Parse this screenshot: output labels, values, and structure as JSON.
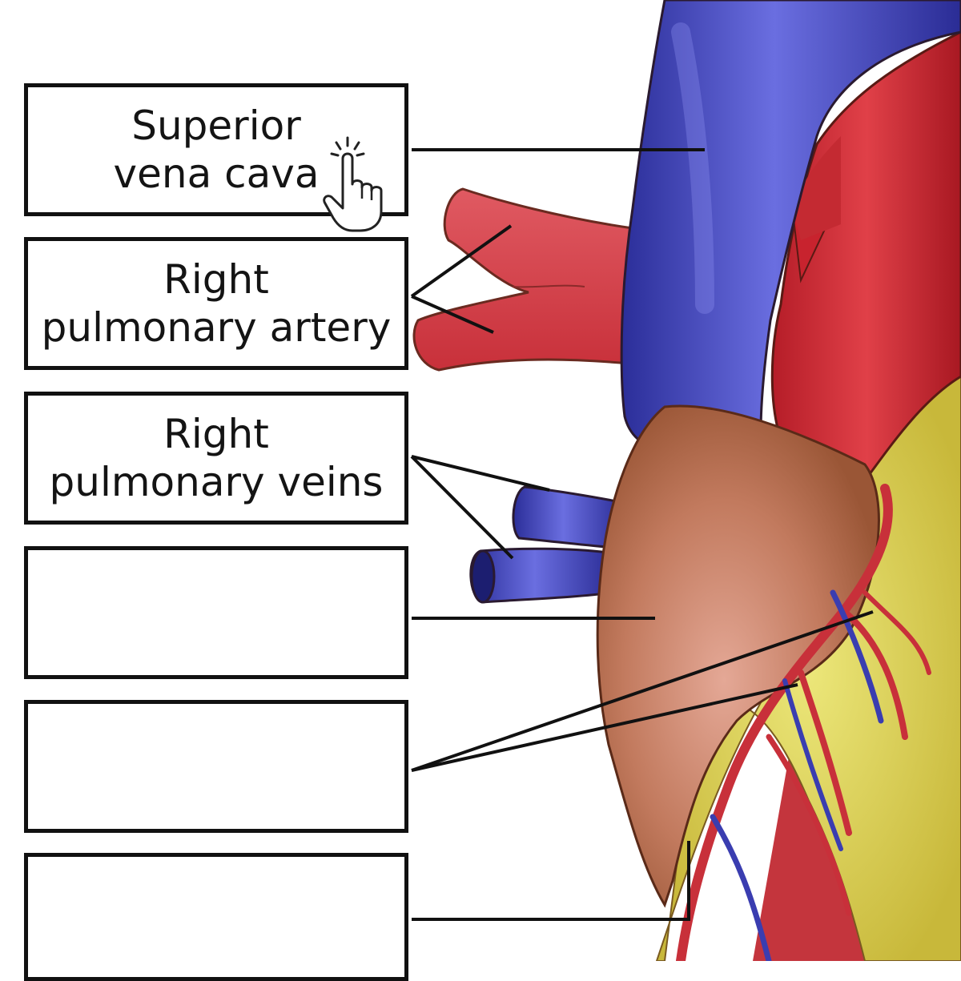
{
  "labels": [
    {
      "line1": "Superior",
      "line2": "vena cava"
    },
    {
      "line1": "Right",
      "line2": "pulmonary artery"
    },
    {
      "line1": "Right",
      "line2": "pulmonary veins"
    },
    {
      "line1": "",
      "line2": ""
    },
    {
      "line1": "",
      "line2": ""
    },
    {
      "line1": "",
      "line2": ""
    }
  ],
  "colors": {
    "vein_blue": "#3a3db0",
    "artery_red": "#c8232e",
    "atrium_brown": "#b06a4a",
    "fat_yellow": "#d8cf4a",
    "leader_line": "#111111",
    "box_border": "#111111"
  },
  "icons": {
    "cursor": "hand-pointer-icon"
  }
}
